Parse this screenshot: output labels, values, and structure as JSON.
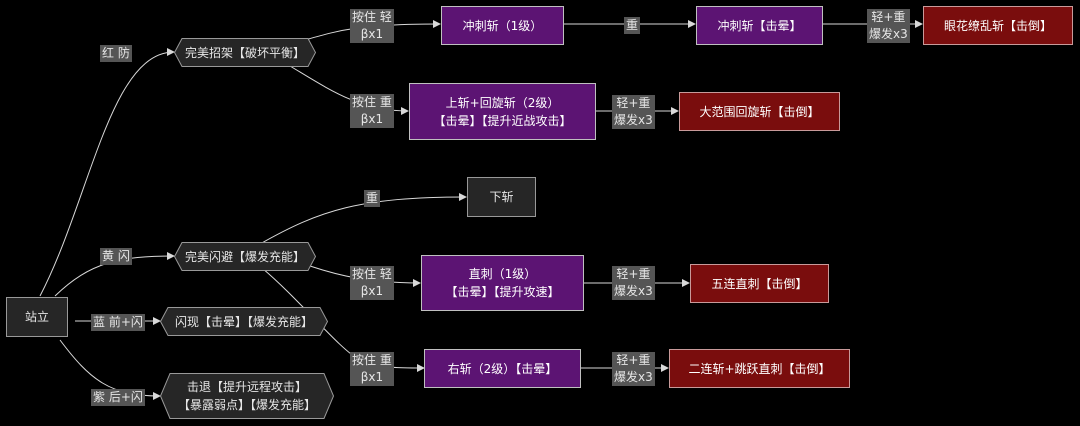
{
  "nodes": {
    "stand": "站立",
    "perfect_parry": "完美招架【破坏平衡】",
    "perfect_dodge": "完美闪避【爆发充能】",
    "flash": "闪现【击晕】【爆发充能】",
    "knockback_1": "击退【提升远程攻击】",
    "knockback_2": "【暴露弱点】【爆发充能】",
    "dash_slash": "冲刺斩（1级）",
    "dash_slash_stun": "冲刺斩【击晕】",
    "dizzy_slash": "眼花缭乱斩【击倒】",
    "up_spin_1": "上斩+回旋斩（2级）",
    "up_spin_2": "【击晕】【提升近战攻击】",
    "wide_spin": "大范围回旋斩【击倒】",
    "down_slash": "下斩",
    "thrust_1": "直刺（1级）",
    "thrust_2": "【击晕】【提升攻速】",
    "five_thrust": "五连直刺【击倒】",
    "right_slash": "右斩（2级）【击晕】",
    "double_jump": "二连斩+跳跃直刺【击倒】"
  },
  "labels": {
    "red_parry": "红 防",
    "yellow_dodge": "黄 闪",
    "blue_flash": "蓝 前+闪",
    "purple_back": "紫 后+闪",
    "hold_light_a": "按住 轻",
    "hold_light_b": "βx1",
    "hold_heavy_a": "按住 重",
    "hold_heavy_b": "βx1",
    "heavy": "重",
    "lh_a": "轻+重",
    "lh_b": "爆发x3"
  },
  "colors": {
    "edge": "#d9d9d9",
    "purple_node": "#5c1473",
    "red_node": "#7a0d0d"
  }
}
